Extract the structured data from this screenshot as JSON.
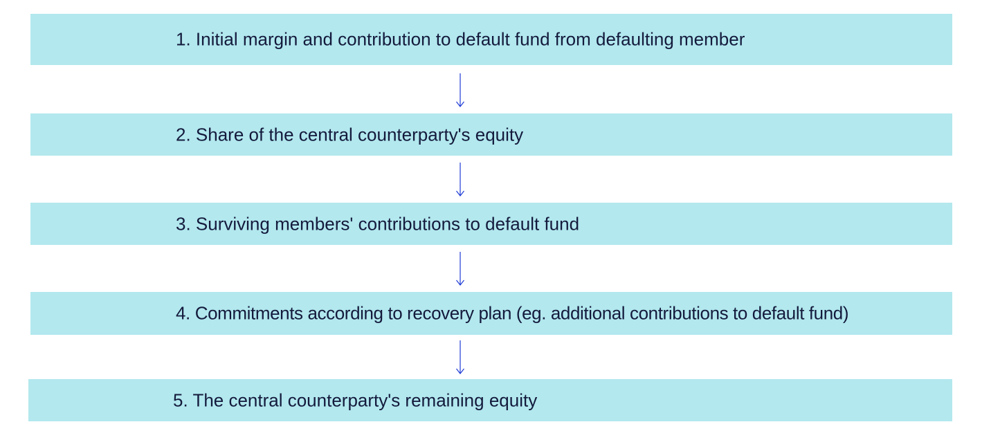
{
  "colors": {
    "box_fill": "#b2e8ee",
    "text": "#141a3c",
    "arrow": "#1f3bd6"
  },
  "steps": [
    {
      "label": "1. Initial margin and contribution to default fund from defaulting member"
    },
    {
      "label": "2. Share of the central counterparty's equity"
    },
    {
      "label": "3. Surviving members' contributions to default fund"
    },
    {
      "label": "4. Commitments according to recovery plan (eg. additional contributions to default fund)"
    },
    {
      "label": "5. The central counterparty's remaining equity"
    }
  ]
}
